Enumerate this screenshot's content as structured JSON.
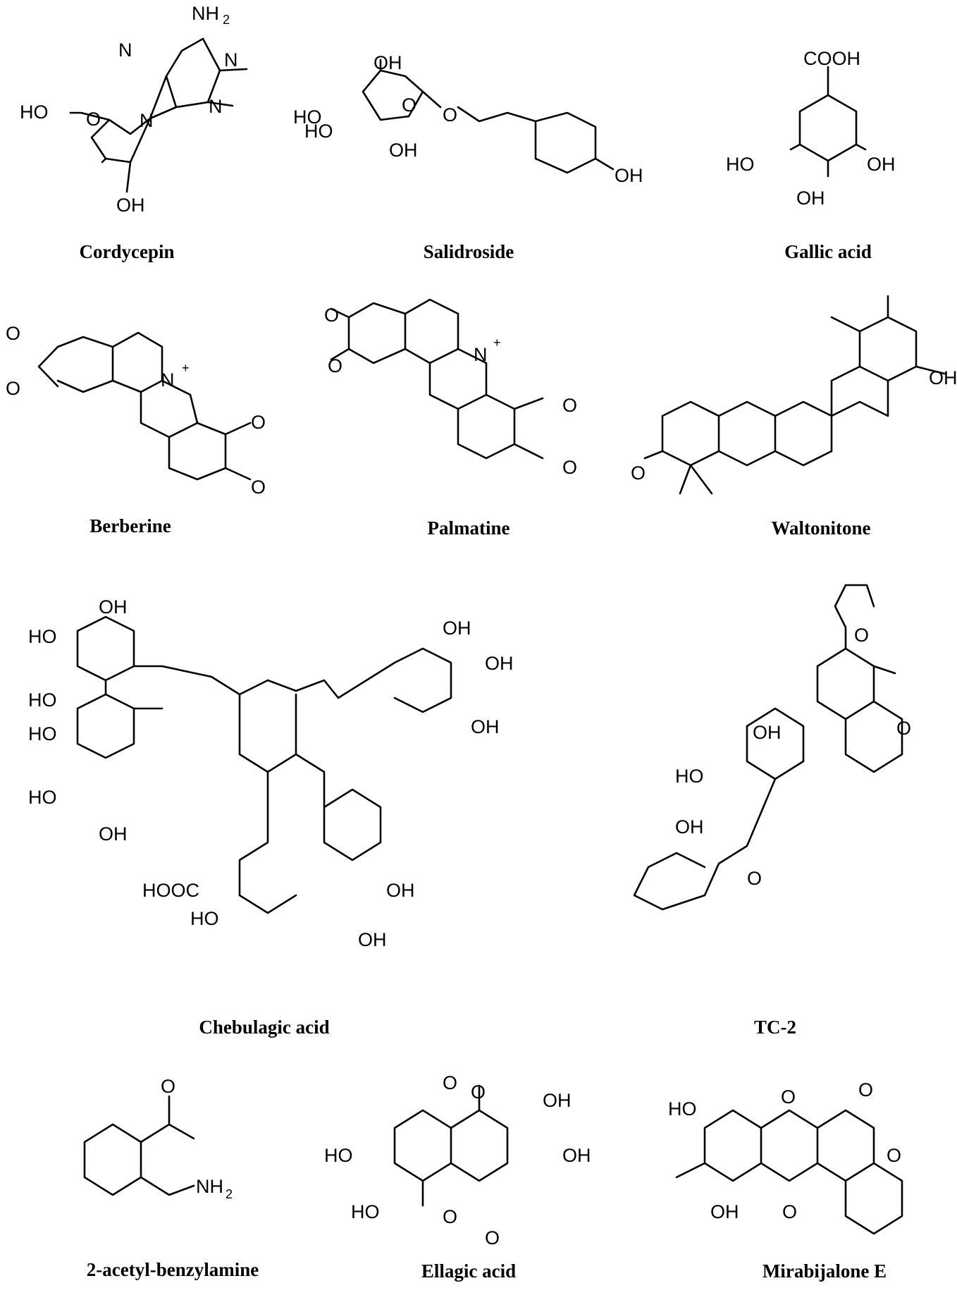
{
  "compounds": [
    {
      "id": "cordycepin",
      "name": "Cordycepin"
    },
    {
      "id": "salidroside",
      "name": "Salidroside"
    },
    {
      "id": "gallic-acid",
      "name": "Gallic acid"
    },
    {
      "id": "berberine",
      "name": "Berberine"
    },
    {
      "id": "palmatine",
      "name": "Palmatine"
    },
    {
      "id": "waltonitone",
      "name": "Waltonitone"
    },
    {
      "id": "chebulagic-acid",
      "name": "Chebulagic acid"
    },
    {
      "id": "tc-2",
      "name": "TC-2"
    },
    {
      "id": "acetyl-benzylamine",
      "name": "2-acetyl-benzylamine"
    },
    {
      "id": "ellagic-acid",
      "name": "Ellagic acid"
    },
    {
      "id": "mirabijalone-e",
      "name": "Mirabijalone E"
    }
  ],
  "atom_labels": {
    "oh": "OH",
    "ho": "HO",
    "o": "O",
    "n": "N",
    "nplus": "N",
    "plus": "+",
    "nh2": "NH",
    "sub2": "2",
    "cooh": "COOH",
    "hooc": "HOOC"
  }
}
